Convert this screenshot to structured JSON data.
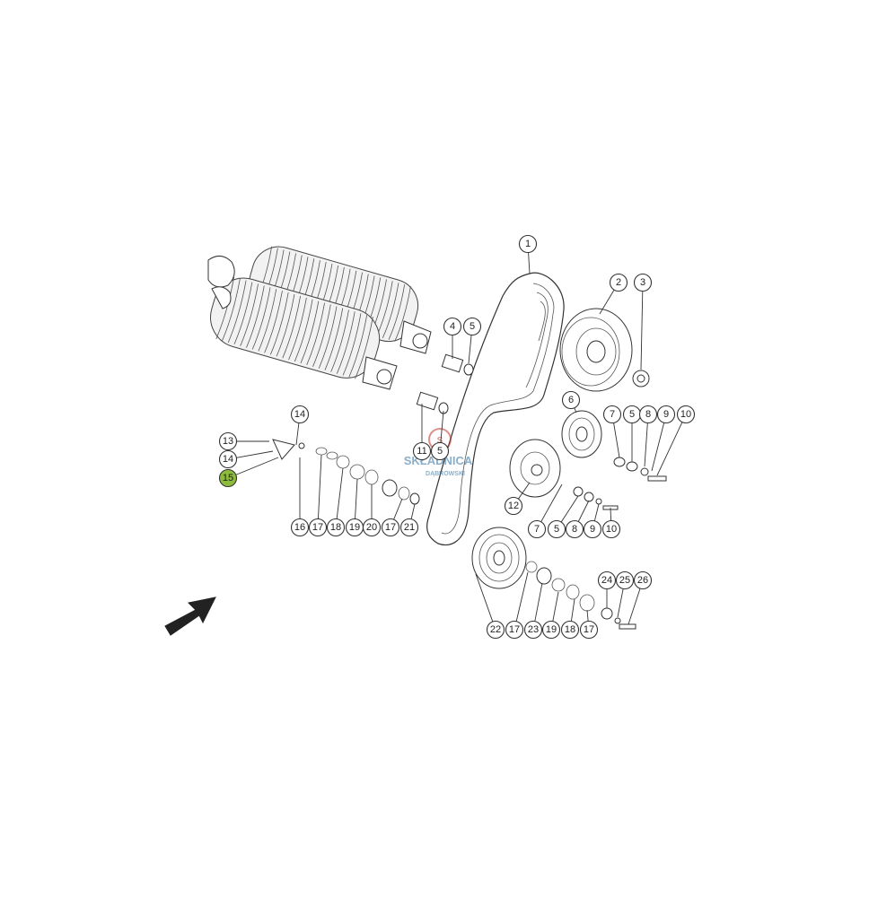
{
  "diagram": {
    "watermark_brand": "SKŁADNICA",
    "watermark_sub": "DĄBROWSKI",
    "callouts": [
      {
        "id": "c1",
        "label": "1",
        "highlight": false
      },
      {
        "id": "c2",
        "label": "2",
        "highlight": false
      },
      {
        "id": "c3",
        "label": "3",
        "highlight": false
      },
      {
        "id": "c4",
        "label": "4",
        "highlight": false
      },
      {
        "id": "c5a",
        "label": "5",
        "highlight": false
      },
      {
        "id": "c6",
        "label": "6",
        "highlight": false
      },
      {
        "id": "c7a",
        "label": "7",
        "highlight": false
      },
      {
        "id": "c5b",
        "label": "5",
        "highlight": false
      },
      {
        "id": "c8a",
        "label": "8",
        "highlight": false
      },
      {
        "id": "c9a",
        "label": "9",
        "highlight": false
      },
      {
        "id": "c10a",
        "label": "10",
        "highlight": false
      },
      {
        "id": "c14a",
        "label": "14",
        "highlight": false
      },
      {
        "id": "c13",
        "label": "13",
        "highlight": false
      },
      {
        "id": "c14b",
        "label": "14",
        "highlight": false
      },
      {
        "id": "c15",
        "label": "15",
        "highlight": true
      },
      {
        "id": "c11",
        "label": "11",
        "highlight": false
      },
      {
        "id": "c5c",
        "label": "5",
        "highlight": false
      },
      {
        "id": "c12",
        "label": "12",
        "highlight": false
      },
      {
        "id": "c16",
        "label": "16",
        "highlight": false
      },
      {
        "id": "c17a",
        "label": "17",
        "highlight": false
      },
      {
        "id": "c18a",
        "label": "18",
        "highlight": false
      },
      {
        "id": "c19a",
        "label": "19",
        "highlight": false
      },
      {
        "id": "c20",
        "label": "20",
        "highlight": false
      },
      {
        "id": "c17b",
        "label": "17",
        "highlight": false
      },
      {
        "id": "c21",
        "label": "21",
        "highlight": false
      },
      {
        "id": "c7b",
        "label": "7",
        "highlight": false
      },
      {
        "id": "c5d",
        "label": "5",
        "highlight": false
      },
      {
        "id": "c8b",
        "label": "8",
        "highlight": false
      },
      {
        "id": "c9b",
        "label": "9",
        "highlight": false
      },
      {
        "id": "c10b",
        "label": "10",
        "highlight": false
      },
      {
        "id": "c24",
        "label": "24",
        "highlight": false
      },
      {
        "id": "c25",
        "label": "25",
        "highlight": false
      },
      {
        "id": "c26",
        "label": "26",
        "highlight": false
      },
      {
        "id": "c22",
        "label": "22",
        "highlight": false
      },
      {
        "id": "c17c",
        "label": "17",
        "highlight": false
      },
      {
        "id": "c23",
        "label": "23",
        "highlight": false
      },
      {
        "id": "c19b",
        "label": "19",
        "highlight": false
      },
      {
        "id": "c18b",
        "label": "18",
        "highlight": false
      },
      {
        "id": "c17d",
        "label": "17",
        "highlight": false
      }
    ]
  }
}
